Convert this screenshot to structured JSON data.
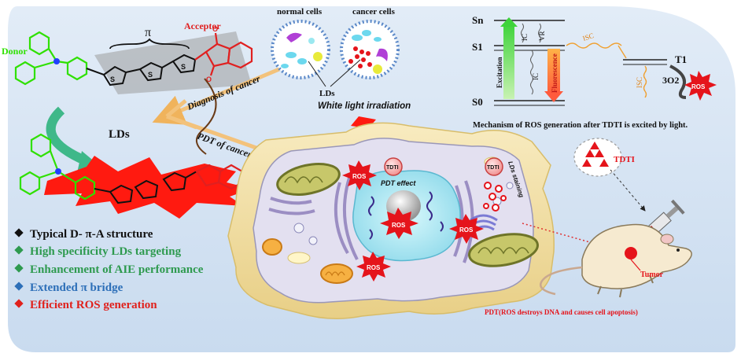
{
  "molecule": {
    "donor": "Donor",
    "acceptor": "Acceptor",
    "pi_label": "π",
    "lds_arrow_label": "LDs"
  },
  "arrows": {
    "diagnosis": "Diagnosis of cancer",
    "pdt": "PDT of cancer"
  },
  "cells_panel": {
    "normal_cells": "normal cells",
    "cancer_cells": "cancer cells",
    "lds": "LDs",
    "irradiation": "White light irradiation"
  },
  "jablonski": {
    "sn": "Sn",
    "s1": "S1",
    "s0": "S0",
    "t1": "T1",
    "excitation": "Excitation",
    "ic1": "IC",
    "ic2": "IC",
    "vr": "VR",
    "fluorescence": "Fluorescence",
    "isc1": "ISC",
    "isc2": "ISC",
    "o2": "3O2",
    "ros": "ROS",
    "caption": "Mechanism of ROS generation after TDTI is excited by light."
  },
  "cell": {
    "tdti_top": "TDTI",
    "tdti_right": "TDTI",
    "pdt_effect": "PDT effect",
    "lds_staining": "LDs staining",
    "ros_labels": [
      "ROS",
      "ROS",
      "ROS",
      "ROS"
    ]
  },
  "mouse": {
    "tdti": "TDTI",
    "tumor": "Tumor",
    "caption": "PDT(ROS destroys DNA and causes cell apoptosis)"
  },
  "features": [
    {
      "text": "Typical D- π-A structure",
      "color": "#111111"
    },
    {
      "text": "High specificity LDs targeting",
      "color": "#2e9a4f"
    },
    {
      "text": "Enhancement of AIE performance",
      "color": "#2e9a4f"
    },
    {
      "text": "Extended π bridge",
      "color": "#2d6fb8"
    },
    {
      "text": "Efficient ROS generation",
      "color": "#e0211c"
    }
  ],
  "colors": {
    "panel_bg": "#d6e4f3",
    "cell_wall": "#f3dfa6",
    "nucleus": "#b7ecf5",
    "ros_red": "#e5141b",
    "donor_green": "#2fe000",
    "acceptor_red": "#e02020",
    "arrow_orange": "#f3c27b"
  }
}
